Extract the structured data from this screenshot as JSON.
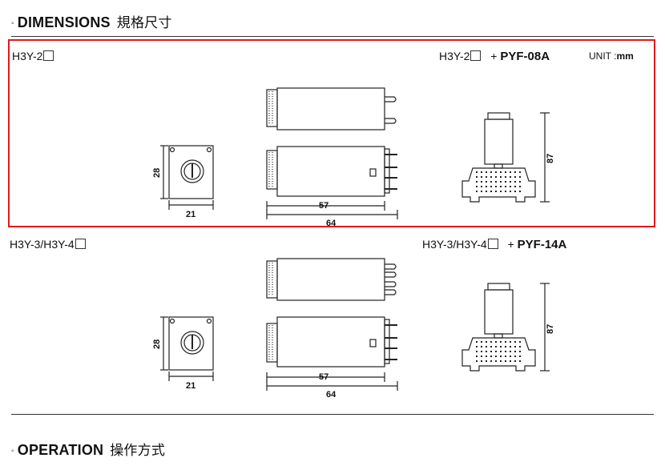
{
  "headings": {
    "dimensions_en": "DIMENSIONS",
    "dimensions_cn": "規格尺寸",
    "operation_en": "OPERATION",
    "operation_cn": "操作方式",
    "bullet": "◦"
  },
  "section1": {
    "left_model": "H3Y-2",
    "right_model": "H3Y-2",
    "plus": "+",
    "socket": "PYF-08A",
    "unit_label": "UNIT :",
    "unit_value": "mm",
    "dims": {
      "height": "28",
      "width": "21",
      "body": "57",
      "total": "64",
      "socket_height": "87"
    }
  },
  "section2": {
    "left_model": "H3Y-3/H3Y-4",
    "right_model": "H3Y-3/H3Y-4",
    "plus": "+",
    "socket": "PYF-14A",
    "dims": {
      "height": "28",
      "width": "21",
      "body": "57",
      "total": "64",
      "socket_height": "87"
    }
  },
  "colors": {
    "highlight_border": "#e0191d",
    "line": "#222222"
  }
}
